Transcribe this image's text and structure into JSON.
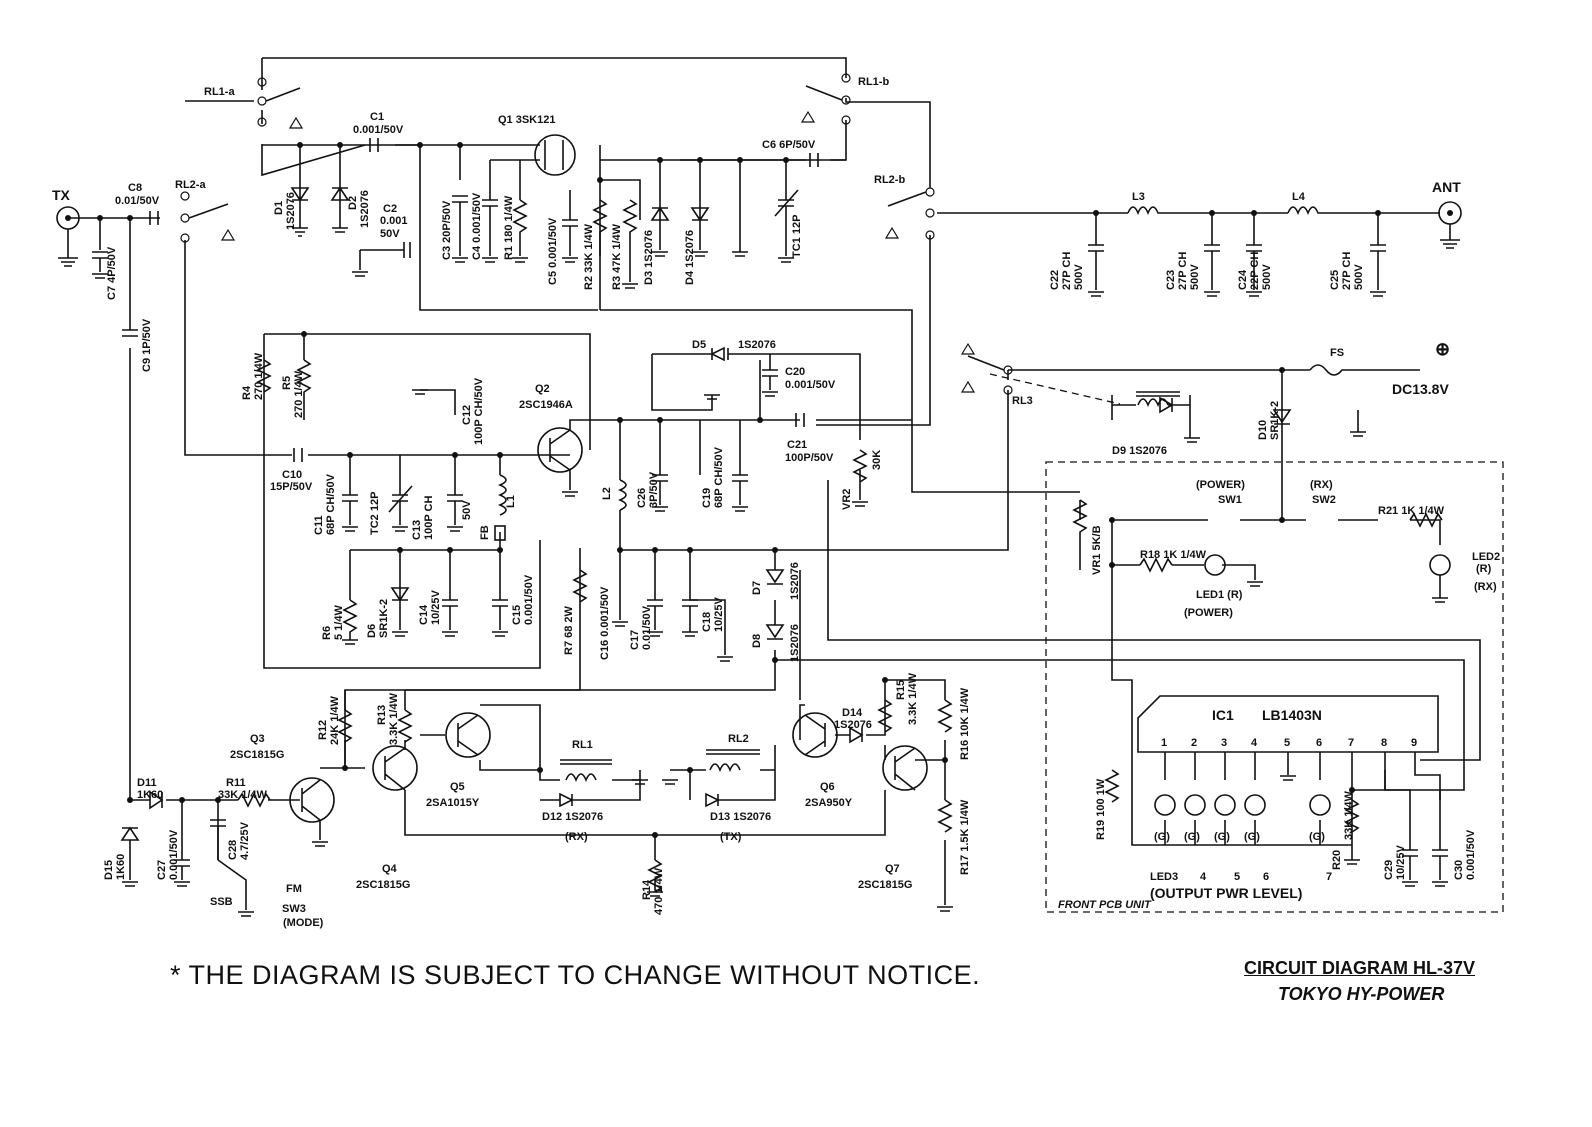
{
  "footer": {
    "note": "* THE DIAGRAM IS SUBJECT TO CHANGE WITHOUT NOTICE.",
    "title": "CIRCUIT DIAGRAM HL-37V",
    "brand": "TOKYO HY-POWER"
  },
  "connectors": {
    "tx": "TX",
    "ant": "ANT",
    "plus": "⊕",
    "dc": "DC13.8V"
  },
  "relays": {
    "rl1a": "RL1-a",
    "rl1b": "RL1-b",
    "rl2a": "RL2-a",
    "rl2b": "RL2-b",
    "rl3": "RL3",
    "rl1": "RL1",
    "rl2": "RL2",
    "rx": "(RX)",
    "tx": "(TX)"
  },
  "transistors": {
    "q1": "Q1  3SK121",
    "q2": "Q2",
    "q2type": "2SC1946A",
    "q3": "Q3",
    "q3type": "2SC1815G",
    "q4": "Q4",
    "q4type": "2SC1815G",
    "q5": "Q5",
    "q5type": "2SA1015Y",
    "q6": "Q6",
    "q6type": "2SA950Y",
    "q7": "Q7",
    "q7type": "2SC1815G"
  },
  "capacitors": {
    "c1": "C1",
    "c1v": "0.001/50V",
    "c2": "C2",
    "c2v": "0.001",
    "c2u": "50V",
    "c3": "C3  20P/50V",
    "c4": "C4  0.001/50V",
    "c5": "C5 0.001/50V",
    "c6": "C6  6P/50V",
    "c7": "C7  4P/50V",
    "c8": "C8",
    "c8v": "0.01/50V",
    "c9": "C9  1P/50V",
    "c10": "C10",
    "c10v": "15P/50V",
    "c11": "C11",
    "c11v": "68P CH/50V",
    "c12": "C12",
    "c12v": "100P CH/50V",
    "c13": "C13",
    "c13v": "100P CH",
    "c13u": "50V",
    "c14": "C14",
    "c14v": "10/25V",
    "c15": "C15",
    "c15v": "0.001/50V",
    "c16": "C16 0.001/50V",
    "c17": "C17",
    "c17v": "0.01/50V",
    "c18": "C18",
    "c18v": "10/25V",
    "c19": "C19",
    "c19v": "68P CH/50V",
    "c20": "C20",
    "c20v": "0.001/50V",
    "c21": "C21",
    "c21v": "100P/50V",
    "c22": "C22",
    "c22v": "27P CH",
    "c22u": "500V",
    "c23": "C23",
    "c23v": "27P CH",
    "c23u": "500V",
    "c24": "C24",
    "c24v": "22P CH",
    "c24u": "500V",
    "c25": "C25",
    "c25v": "27P CH",
    "c25u": "500V",
    "c26": "C26",
    "c26v": "3P/50V",
    "c27": "C27",
    "c27v": "0.001/50V",
    "c28": "C28",
    "c28v": "4.7/25V",
    "c29": "C29",
    "c29v": "10/25V",
    "c30": "C30",
    "c30v": "0.001/50V",
    "tc1": "TC1  12P",
    "tc2": "TC2  12P"
  },
  "resistors": {
    "r1": "R1  180 1/4W",
    "r2": "R2  33K 1/4W",
    "r3": "R3  47K 1/4W",
    "r4": "R4",
    "r4v": "270 1/4W",
    "r5": "R5",
    "r5v": "270 1/4W",
    "r6": "R6",
    "r6v": "5 1/4W",
    "r7": "R7  68  2W",
    "r11": "R11",
    "r11v": "33K 1/4W",
    "r12": "R12",
    "r12v": "24K 1/4W",
    "r13": "R13",
    "r13v": "3.3K 1/4W",
    "r14": "R14",
    "r14v": "470 1/4W",
    "r15": "R15",
    "r15v": "3.3K 1/4W",
    "r16": "R16  10K 1/4W",
    "r17": "R17  1.5K 1/4W",
    "r18": "R18  1K 1/4W",
    "r19": "R19  100 1W",
    "r20": "R20",
    "r20v": "33K 1/4W",
    "r21": "R21  1K 1/4W",
    "vr1": "VR1  5K/B",
    "vr2": "VR2",
    "vr2v": "30K"
  },
  "diodes": {
    "d1": "D1",
    "d1v": "1S2076",
    "d2": "D2",
    "d2v": "1S2076",
    "d3": "D3  1S2076",
    "d4": "D4  1S2076",
    "d5": "D5",
    "d5v": "1S2076",
    "d6": "D6",
    "d6v": "SR1K-2",
    "d7": "D7",
    "d7v": "1S2076",
    "d8": "D8",
    "d8v": "1S2076",
    "d9": "D9  1S2076",
    "d10": "D10",
    "d10v": "SR1K-2",
    "d11": "D11",
    "d11v": "1K60",
    "d12": "D12  1S2076",
    "d13": "D13  1S2076",
    "d14": "D14",
    "d14v": "1S2076",
    "d15": "D15",
    "d15v": "1K60"
  },
  "misc": {
    "l1": "L1",
    "l2": "L2",
    "l3": "L3",
    "l4": "L4",
    "fb": "FB",
    "fs": "FS",
    "ssb": "SSB",
    "fm": "FM",
    "sw3": "SW3",
    "mode": "(MODE)"
  },
  "front": {
    "power": "(POWER)",
    "sw1": "SW1",
    "rx": "(RX)",
    "sw2": "SW2",
    "led1": "LED1 (R)",
    "power2": "(POWER)",
    "led2": "LED2",
    "led2r": "(R)",
    "rx2": "(RX)",
    "ic1": "IC1",
    "ic1type": "LB1403N",
    "pins": [
      "1",
      "2",
      "3",
      "4",
      "5",
      "6",
      "7",
      "8",
      "9"
    ],
    "g": "(G)",
    "led3": "LED3",
    "n4": "4",
    "n5": "5",
    "n6": "6",
    "n7": "7",
    "level": "(OUTPUT PWR LEVEL)",
    "unit": "FRONT PCB UNIT"
  }
}
